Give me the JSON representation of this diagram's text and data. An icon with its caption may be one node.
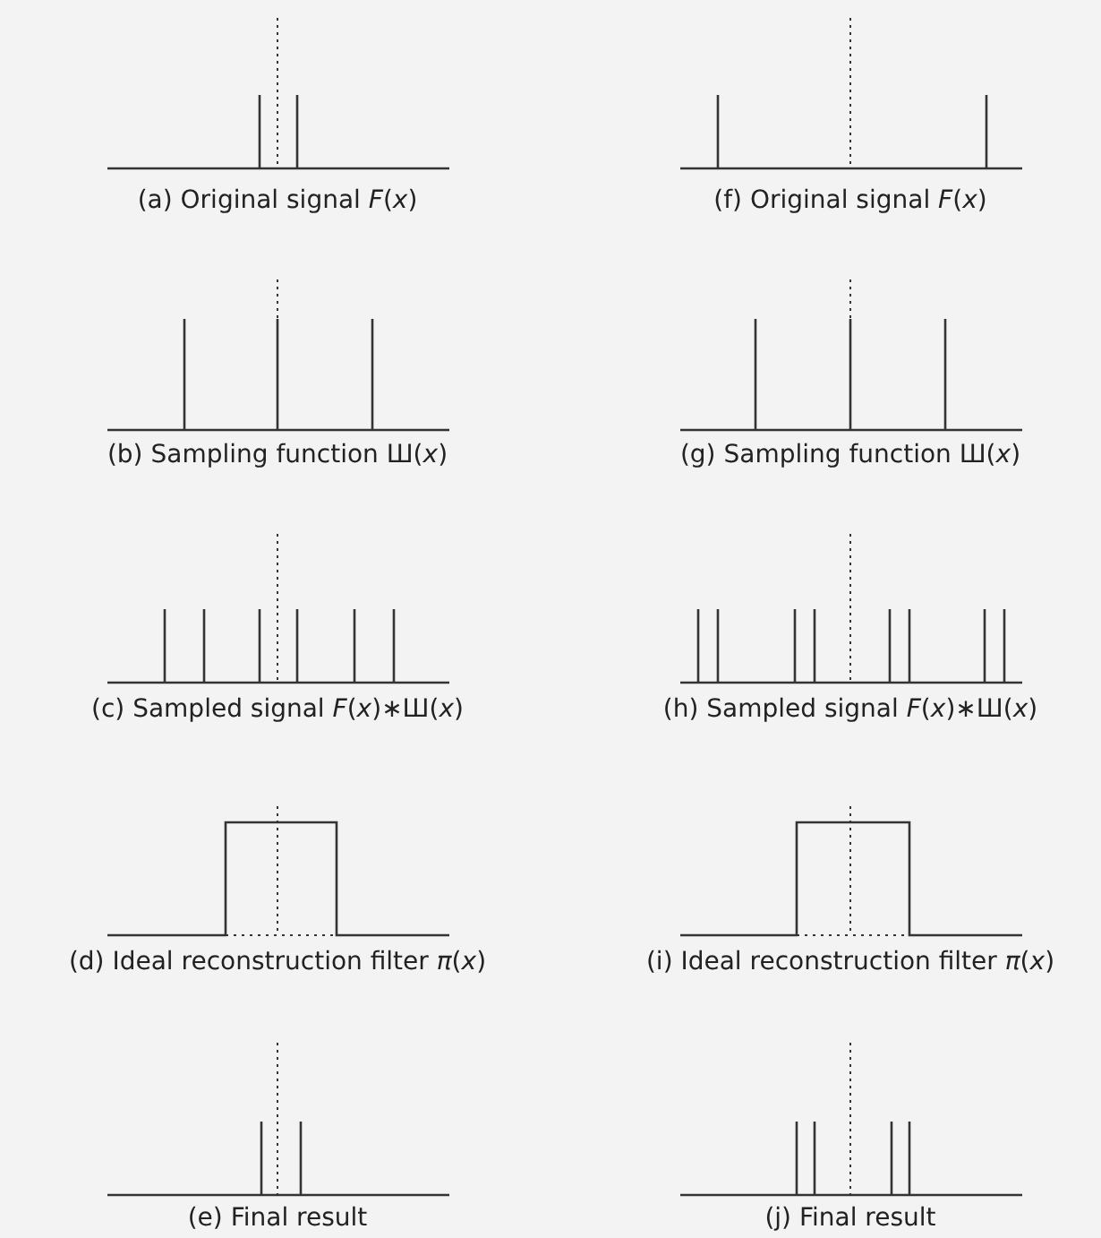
{
  "diagram": {
    "labels": [
      "(a) Original signal *F*(*x*)",
      "(f) Original signal *F*(*x*)",
      "(b) Sampling function Ш(*x*)",
      "(g) Sampling function Ш(*x*)",
      "(c) Sampled signal *F*(*x*)∗Ш(*x*)",
      "(h) Sampled signal *F*(*x*)∗Ш(*x*)",
      "(d) Ideal reconstruction filter *π*(*x*)",
      "(i) Ideal reconstruction filter *π*(*x*)",
      "(e) Final result",
      "(j) Final result"
    ]
  }
}
